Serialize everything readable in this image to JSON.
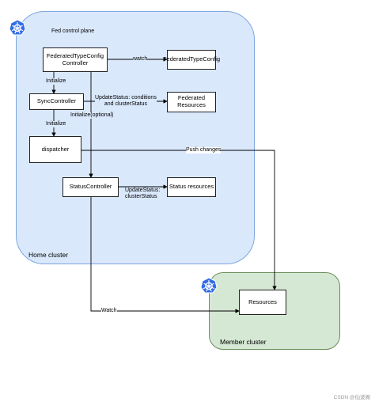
{
  "home_cluster": {
    "label": "Home cluster",
    "subtitle": "Fed control plane"
  },
  "member_cluster": {
    "label": "Member cluster"
  },
  "boxes": {
    "ftc_controller": "FederatedTypeConfig\nController",
    "federated_type_config": "FederatedTypeConfig",
    "sync_controller": "SyncController",
    "federated_resources": "Federated Resources",
    "dispatcher": "dispatcher",
    "status_controller": "StatusController",
    "status_resources": "Status resources",
    "resources": "Resources"
  },
  "edges": {
    "watch": "watch",
    "initialize_1": "Initialize",
    "update_status_conditions": "UpdateStatus: conditions\nand clusterStatus",
    "initialize_optional": "Initialize(optional)",
    "initialize_2": "Initialize",
    "push_changes": "Push changes",
    "update_status_cluster": "UpdateStatus:\nclusterStatus",
    "watch_member": "Watch"
  },
  "icons": {
    "home_logo": "kubernetes-icon",
    "member_logo": "kubernetes-icon"
  },
  "colors": {
    "home_fill": "#dae8fc",
    "member_fill": "#d5e8d4",
    "k8s_blue": "#326ce5"
  },
  "watermark": "CSDN @仙波阁"
}
